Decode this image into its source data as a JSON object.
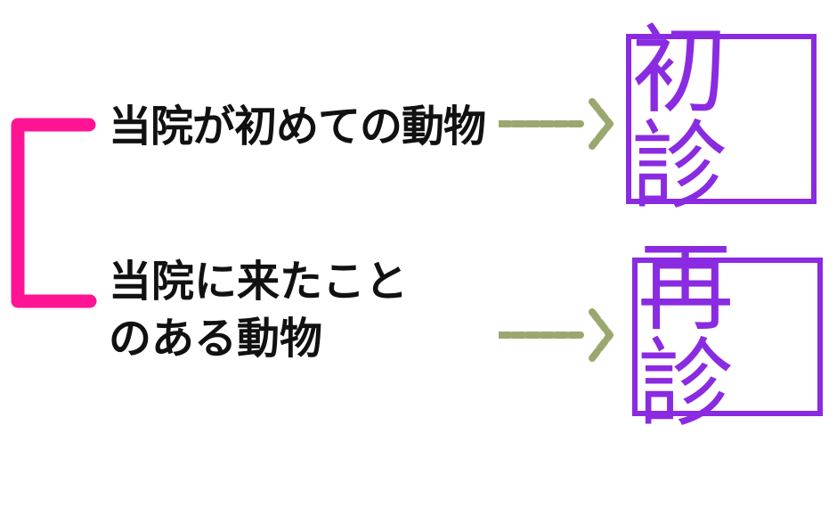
{
  "diagram": {
    "colors": {
      "bracket": "#ff1493",
      "arrow": "#9aa870",
      "box": "#8a2be2",
      "text": "#111111"
    },
    "nodes": [
      {
        "id": "first-visit",
        "condition_lines": [
          "当院が初めての動物"
        ],
        "result": "初診"
      },
      {
        "id": "return-visit",
        "condition_lines": [
          "当院に来たこと",
          "のある動物"
        ],
        "result": "再診"
      }
    ],
    "connectors": {
      "bracket": "left-bracket",
      "arrows": "dashed-right-arrow"
    }
  }
}
